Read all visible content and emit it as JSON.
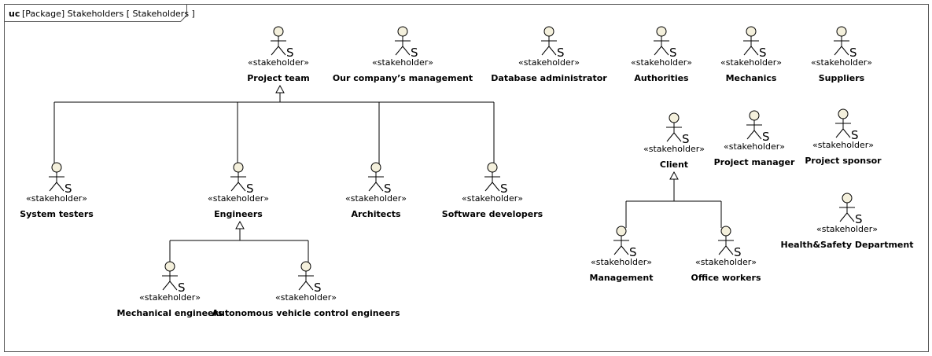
{
  "frame": {
    "keyword": "uc",
    "title": "[Package] Stakeholders [ Stakeholders ]"
  },
  "style": {
    "actor_fill": "#f4f0dc",
    "line_color": "#000000",
    "background": "#ffffff"
  },
  "stereotype": "«stakeholder»",
  "actor_suffix": "S",
  "actors": {
    "project_team": "Project team",
    "company_management": "Our company’s management",
    "database_administrator": "Database administrator",
    "authorities": "Authorities",
    "mechanics": "Mechanics",
    "suppliers": "Suppliers",
    "system_testers": "System testers",
    "engineers": "Engineers",
    "architects": "Architects",
    "software_developers": "Software developers",
    "mechanical_engineers": "Mechanical engineers",
    "autonomous_vehicle_control_engineers": "Autonomous vehicle control engineers",
    "client": "Client",
    "project_manager": "Project manager",
    "project_sponsor": "Project sponsor",
    "management": "Management",
    "office_workers": "Office workers",
    "health_safety": "Health&Safety Department"
  },
  "generalizations": [
    {
      "general": "project_team",
      "specifics": [
        "system_testers",
        "engineers",
        "architects",
        "software_developers"
      ]
    },
    {
      "general": "engineers",
      "specifics": [
        "mechanical_engineers",
        "autonomous_vehicle_control_engineers"
      ]
    },
    {
      "general": "client",
      "specifics": [
        "management",
        "office_workers"
      ]
    }
  ]
}
